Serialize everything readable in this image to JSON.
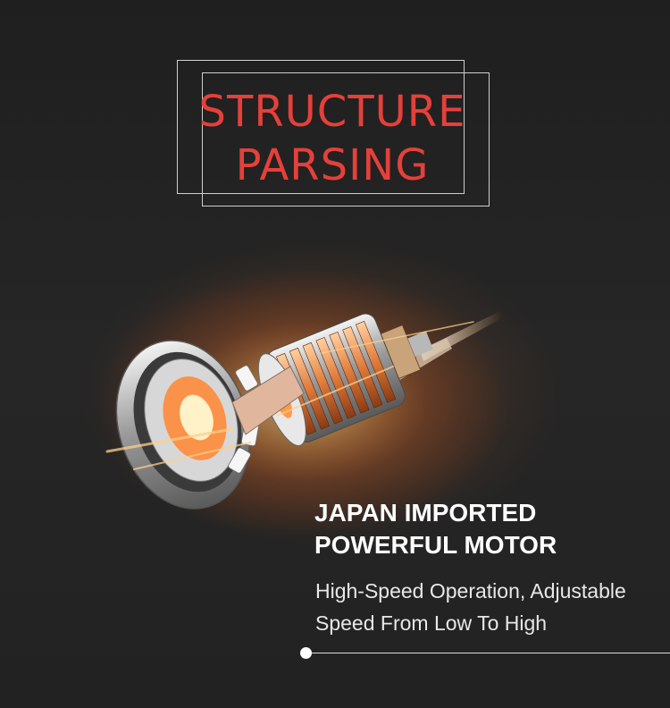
{
  "section_title": {
    "line1": "STRUCTURE",
    "line2": "PARSING",
    "color": "#e5403a"
  },
  "feature": {
    "heading_line1": "JAPAN IMPORTED",
    "heading_line2": "POWERFUL MOTOR",
    "description_line1": "High-Speed Operation, Adjustable",
    "description_line2": "Speed From Low To High"
  },
  "colors": {
    "background": "#232323",
    "glow": "#ff8a3c",
    "text": "#ffffff"
  },
  "image": {
    "icon": "motor-armature-icon"
  }
}
